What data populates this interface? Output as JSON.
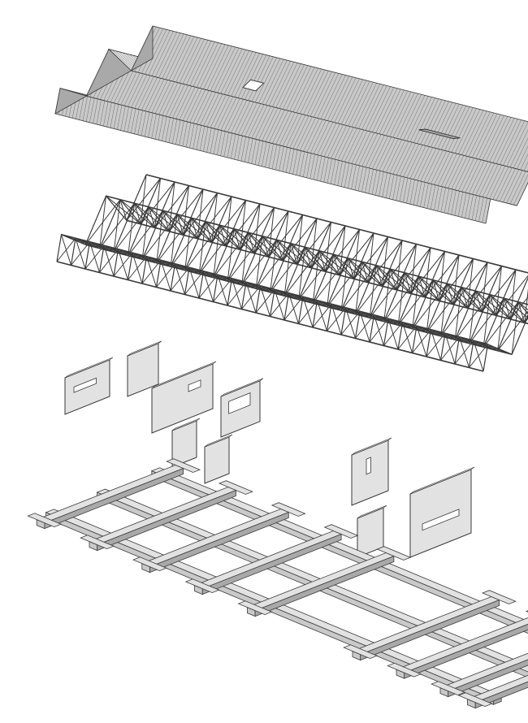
{
  "diagram": {
    "type": "exploded-axonometric",
    "components": [
      "folded-roof",
      "space-truss",
      "wall-panels",
      "foundation-grid"
    ],
    "colors": {
      "background": "#ffffff",
      "face_light": "#e2e2e2",
      "face_mid": "#c9c9c9",
      "face_dark": "#a9a9a9",
      "line": "#3a3a3a"
    }
  }
}
